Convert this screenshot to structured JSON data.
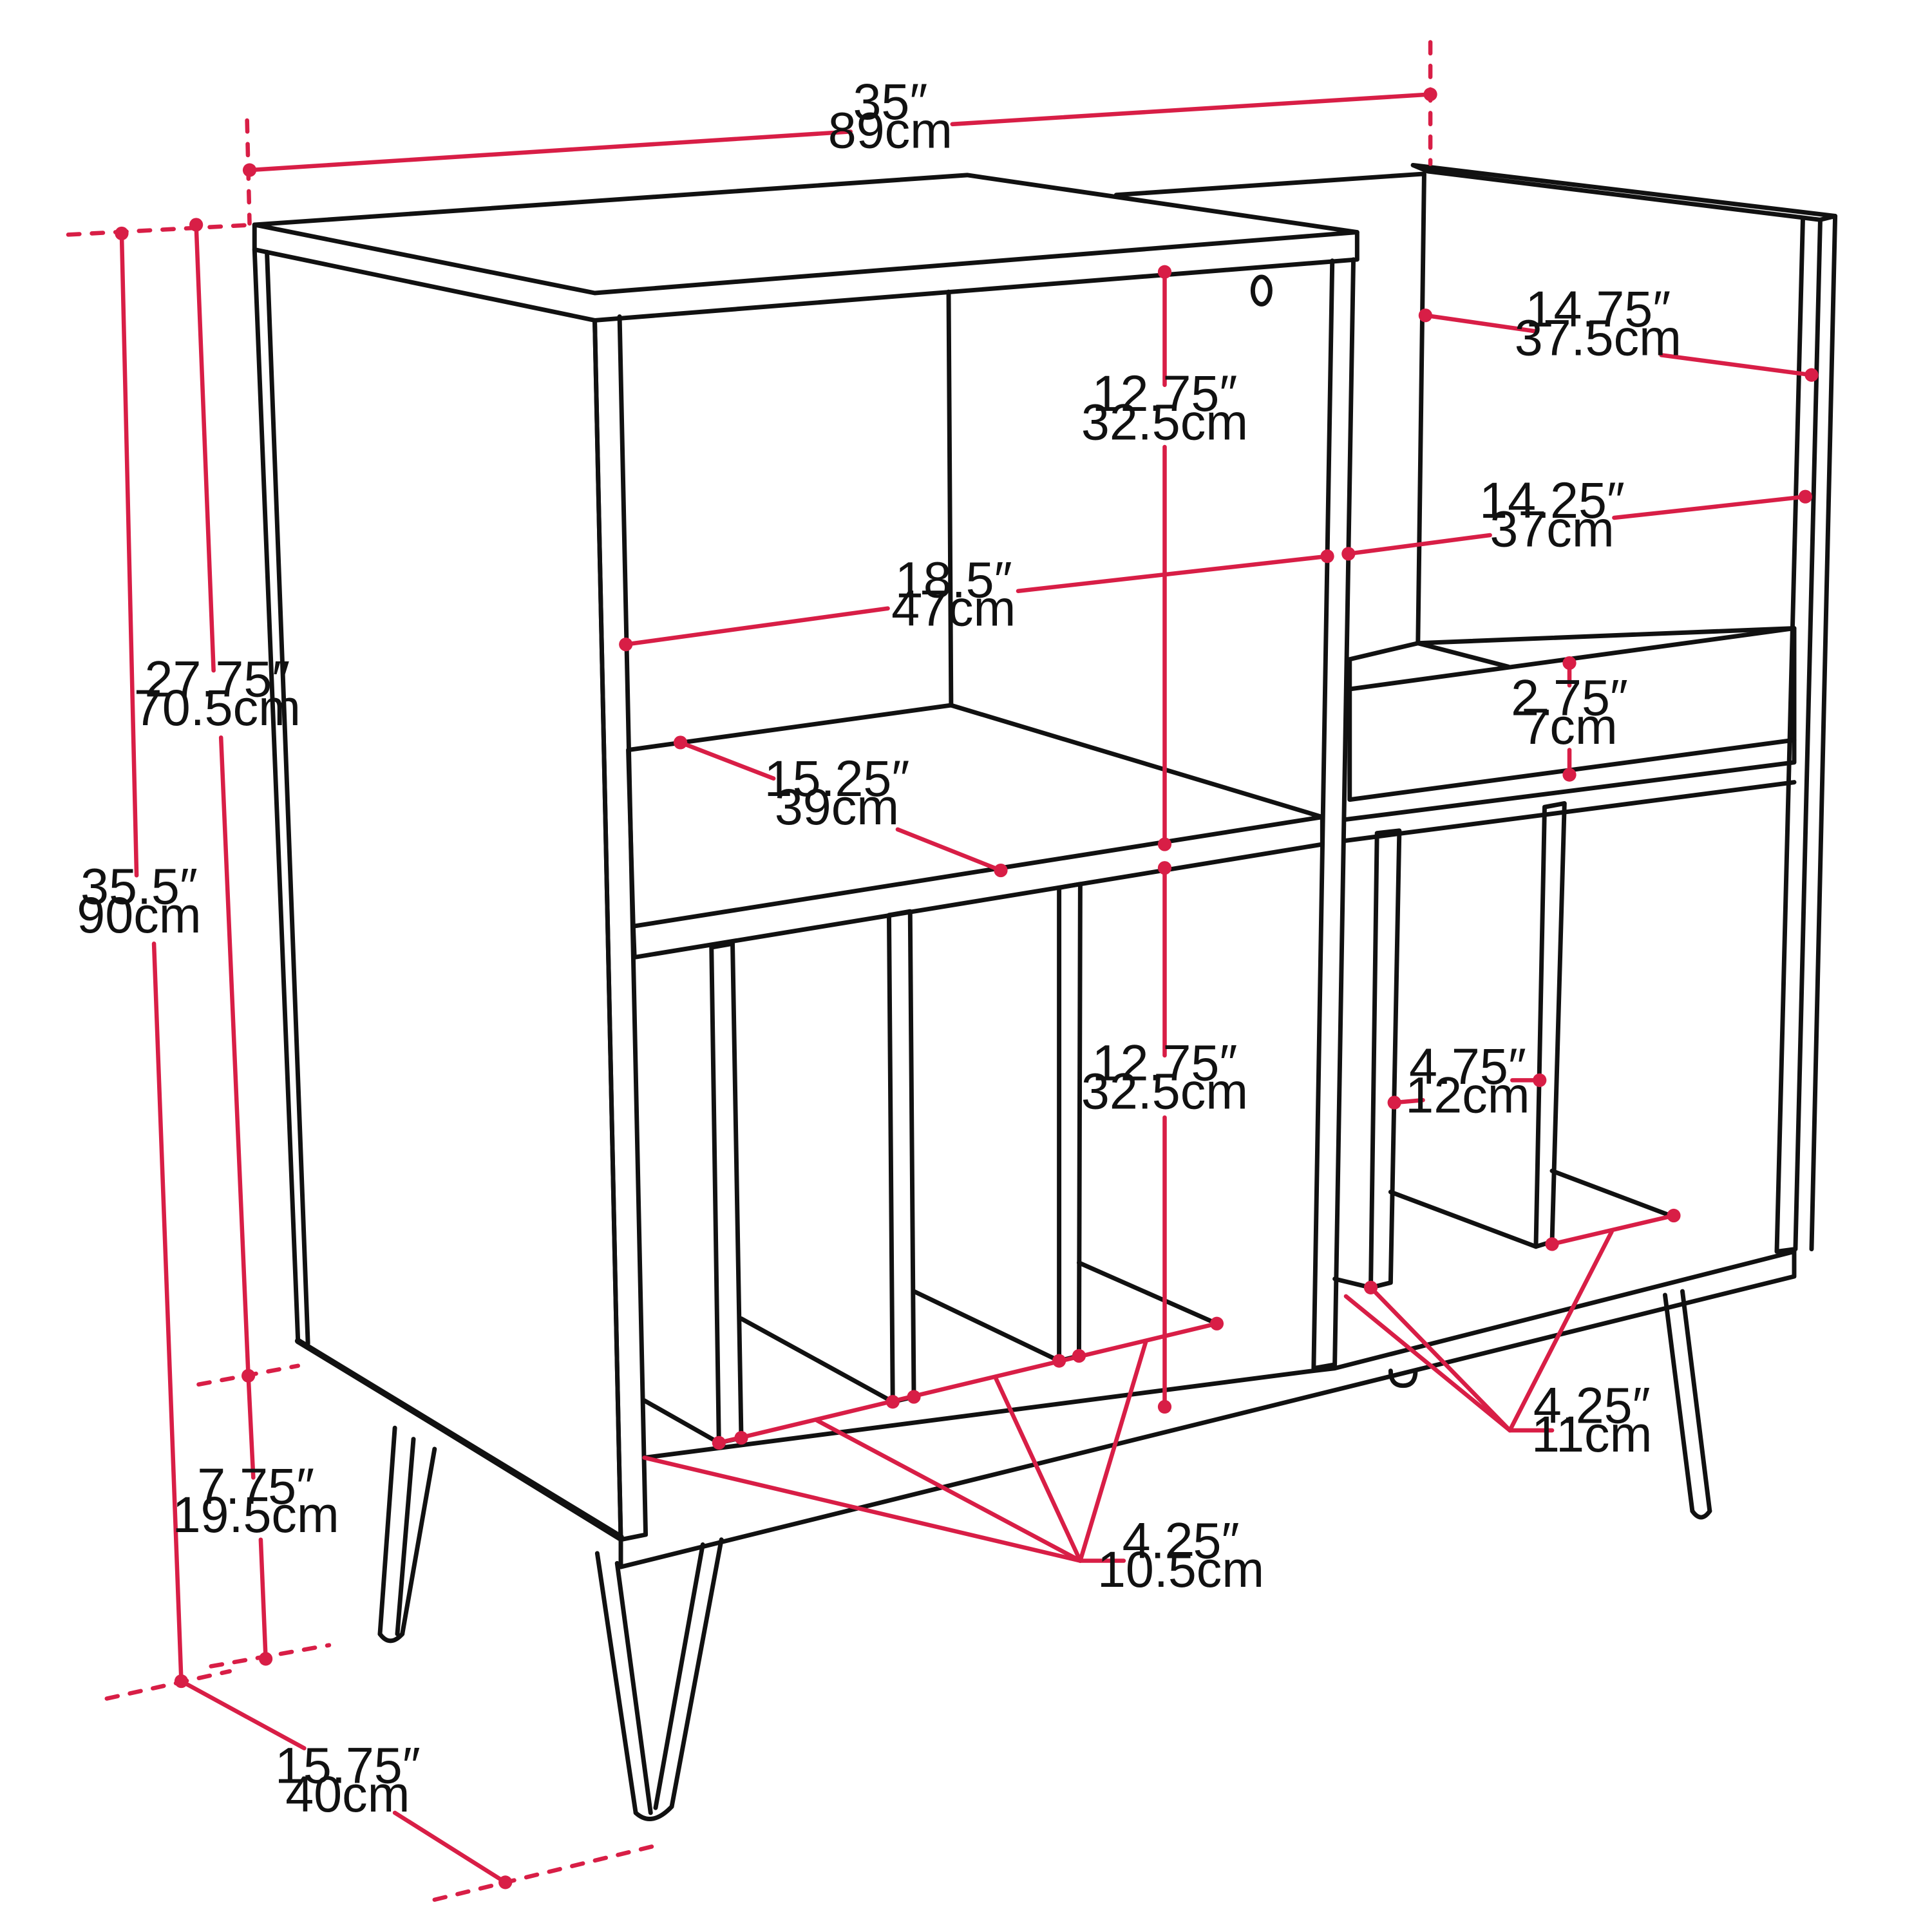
{
  "figure": "Record player stand with hairpin legs — dimension diagram",
  "accent_color": "#d81e46",
  "dimensions": {
    "overall_width": {
      "imperial": "35″",
      "metric": "89cm"
    },
    "overall_height": {
      "imperial": "35.5″",
      "metric": "90cm"
    },
    "cabinet_height": {
      "imperial": "27.75″",
      "metric": "70.5cm"
    },
    "leg_height": {
      "imperial": "7.75″",
      "metric": "19.5cm"
    },
    "depth": {
      "imperial": "15.75″",
      "metric": "40cm"
    },
    "left_upper_height": {
      "imperial": "12.75″",
      "metric": "32.5cm"
    },
    "left_lower_height": {
      "imperial": "12.75″",
      "metric": "32.5cm"
    },
    "left_inner_width": {
      "imperial": "18.5″",
      "metric": "47cm"
    },
    "left_shelf_depth": {
      "imperial": "15.25″",
      "metric": "39cm"
    },
    "right_top_width": {
      "imperial": "14.75″",
      "metric": "37.5cm"
    },
    "right_inner_width": {
      "imperial": "14.25″",
      "metric": "37cm"
    },
    "drawer_height": {
      "imperial": "2.75″",
      "metric": "7cm"
    },
    "right_divider_width": {
      "imperial": "4.75″",
      "metric": "12cm"
    },
    "right_slot_width": {
      "imperial": "4.25″",
      "metric": "11cm"
    },
    "left_slot_width": {
      "imperial": "4.25″",
      "metric": "10.5cm"
    }
  }
}
